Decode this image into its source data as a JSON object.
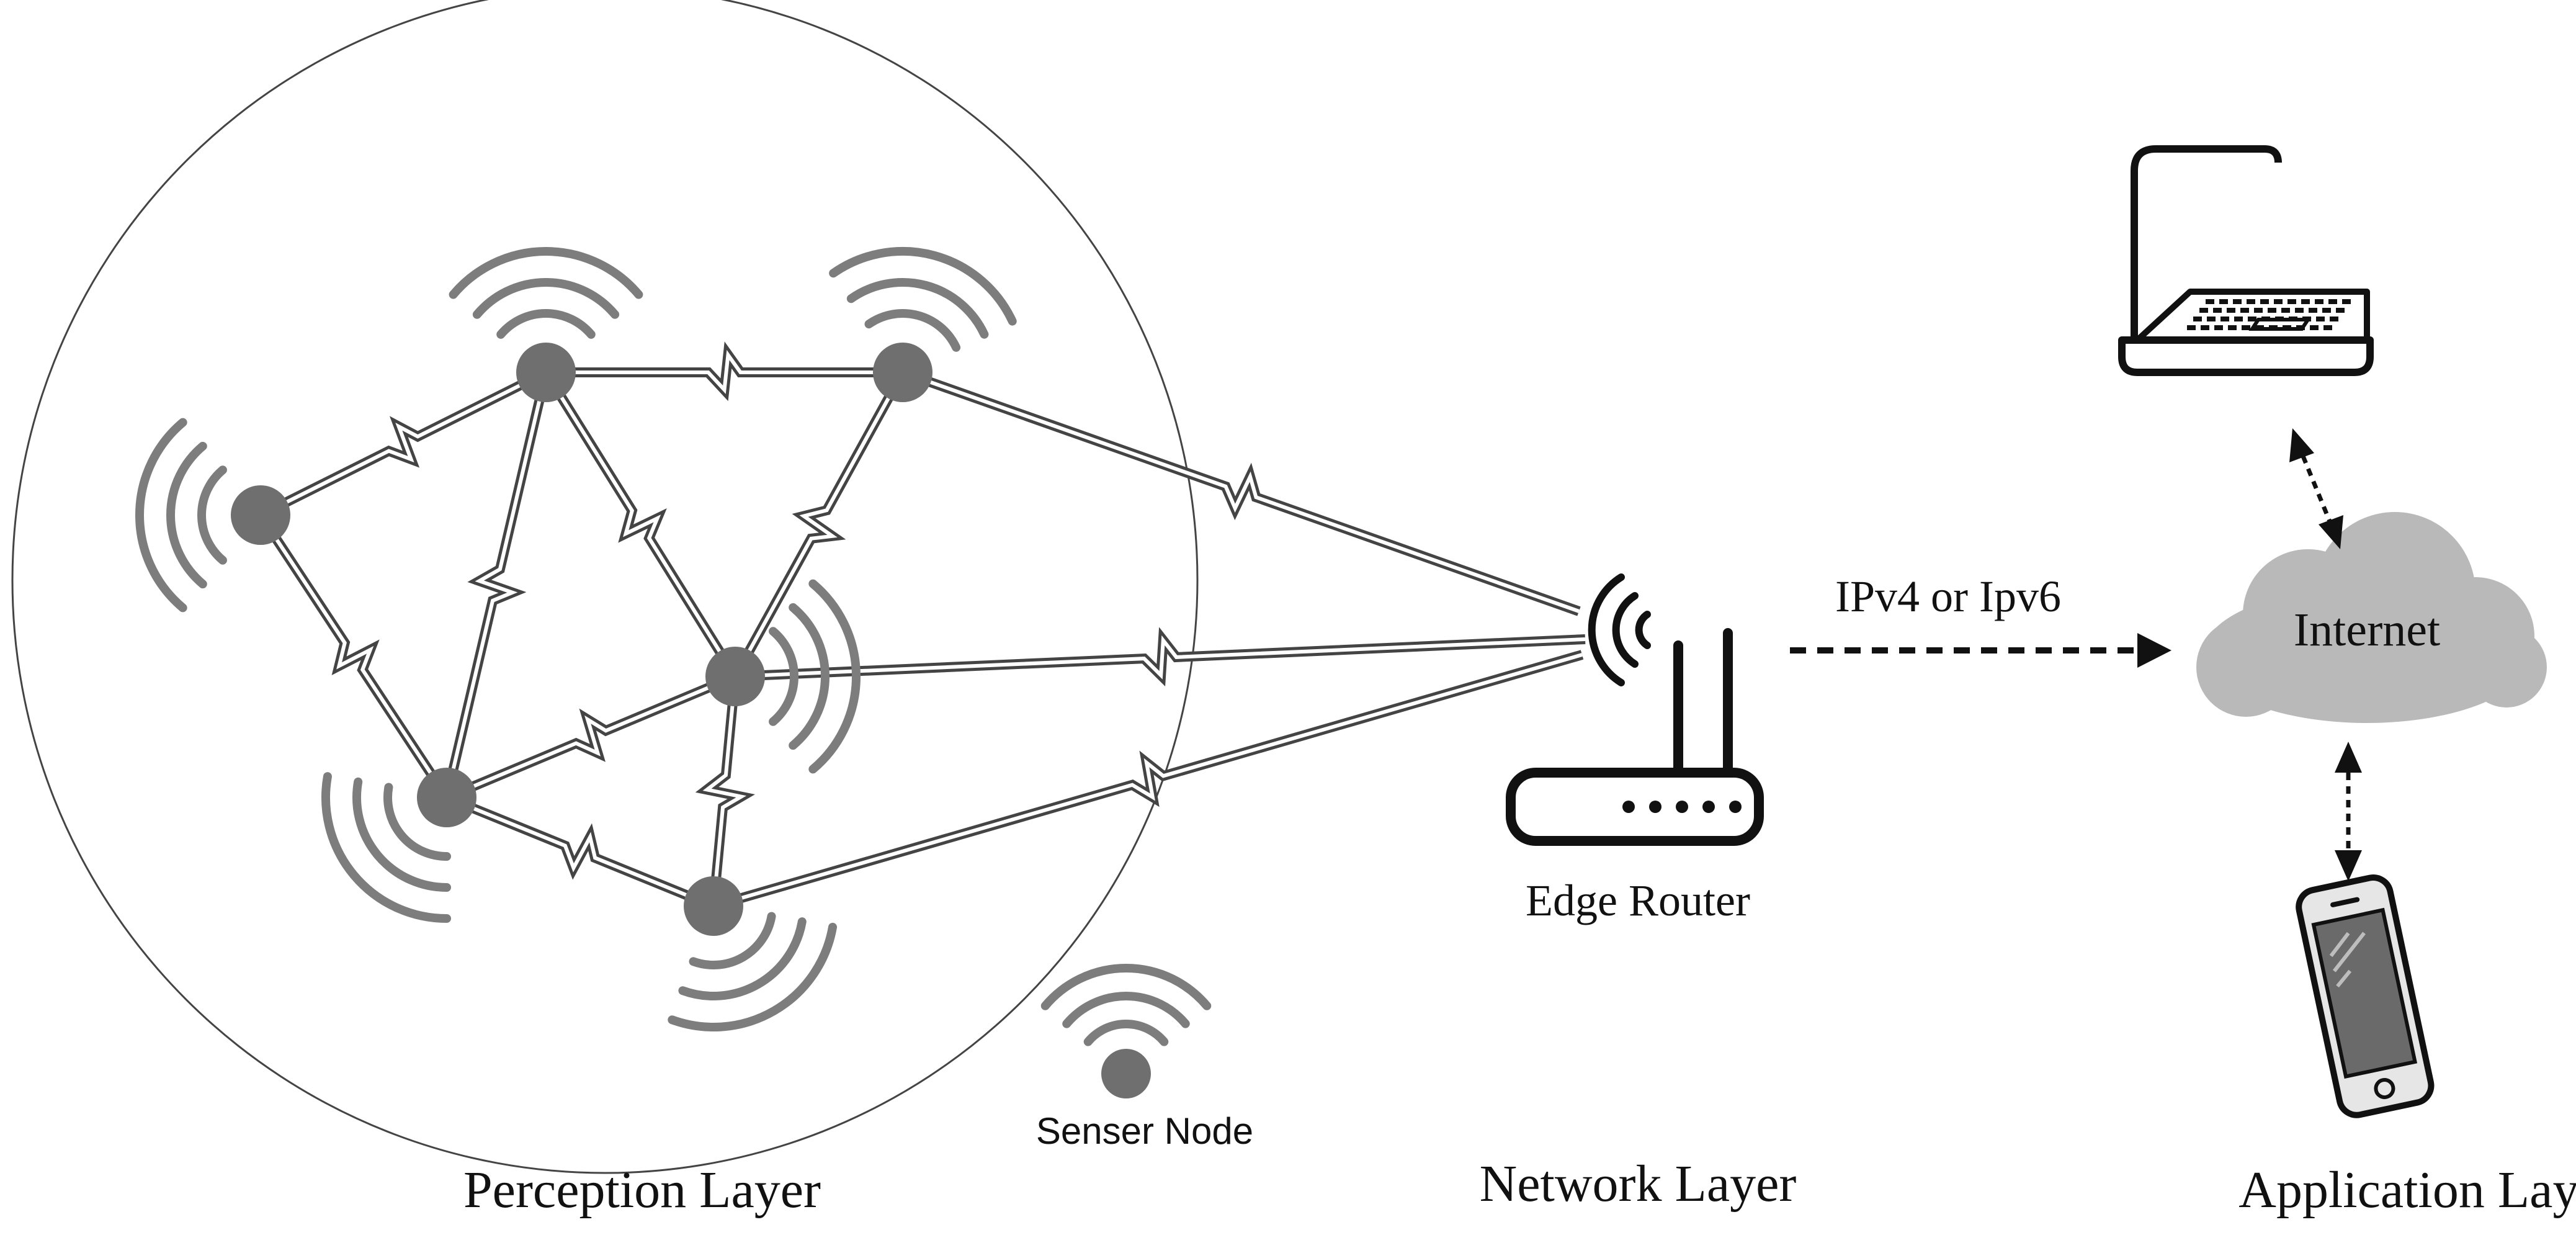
{
  "labels": {
    "perception_layer": "Perception Layer",
    "network_layer": "Network Layer",
    "application_layer": "Application Layer",
    "edge_router": "Edge Router",
    "protocol": "IPv4 or Ipv6",
    "internet": "Internet",
    "sensor_node": "Senser Node"
  },
  "icons": {
    "sensor_node": "sensor-node-icon",
    "router": "wifi-router-icon",
    "cloud": "cloud-icon",
    "laptop": "laptop-icon",
    "phone": "smartphone-icon"
  },
  "colors": {
    "node_fill": "#6f6f6f",
    "wave_stroke": "#7d7d7d",
    "link_stroke": "#444444",
    "cloud_fill": "#b9b9b9",
    "ink": "#111111"
  }
}
